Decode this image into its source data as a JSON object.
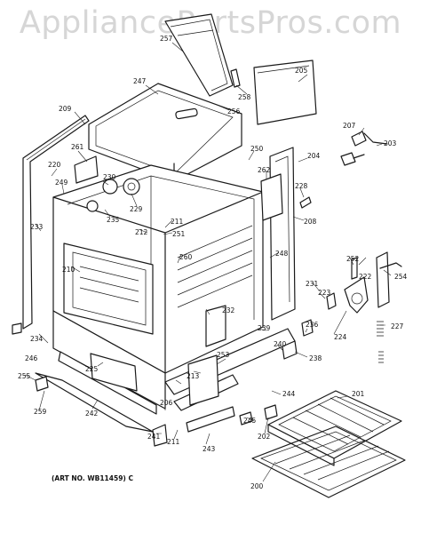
{
  "watermark": "AppliancePartsPros.com",
  "art_number": "(ART NO. WB11459) C",
  "callouts": {
    "c200": "200",
    "c201": "201",
    "c202": "202",
    "c203": "203",
    "c204": "204",
    "c205": "205",
    "c206": "206",
    "c207": "207",
    "c208": "208",
    "c209": "209",
    "c210": "210",
    "c211": "211",
    "c212": "212",
    "c213": "213",
    "c220": "220",
    "c222": "222",
    "c223": "223",
    "c224": "224",
    "c225": "225",
    "c227": "227",
    "c228": "228",
    "c229": "229",
    "c230": "230",
    "c231": "231",
    "c232": "232",
    "c233": "233",
    "c234": "234",
    "c235": "235",
    "c236": "236",
    "c238": "238",
    "c239": "239",
    "c240": "240",
    "c241": "241",
    "c242": "242",
    "c243": "243",
    "c244": "244",
    "c245": "245",
    "c246": "246",
    "c247": "247",
    "c248": "248",
    "c249": "249",
    "c250": "250",
    "c251": "251",
    "c252": "252",
    "c253": "253",
    "c254": "254",
    "c255": "255",
    "c256": "256",
    "c257": "257",
    "c258": "258",
    "c259": "259",
    "c260": "260",
    "c261": "261",
    "c262": "262"
  }
}
